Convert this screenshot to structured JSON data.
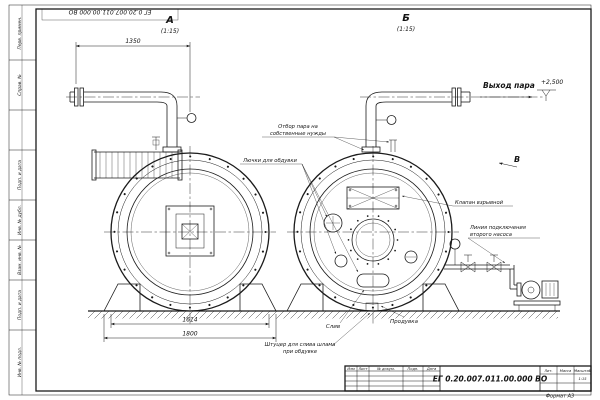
{
  "meta": {
    "doc_number": "ЕГ 0.20.007.011.00.000 ВО",
    "format": "Формат А3",
    "scale": "1:15"
  },
  "views": {
    "a": {
      "label": "А",
      "scale": "(1:15)"
    },
    "b": {
      "label": "Б",
      "scale": "(1:15)"
    },
    "direction_mark": "В"
  },
  "dims": {
    "top_length": "1350",
    "shell_width": "1614",
    "base_width": "1800",
    "level": "+2,500"
  },
  "annotations": {
    "steam_out": "Выход пара",
    "steam_tap_1": "Отбор пара на",
    "steam_tap_2": "собственные нужды",
    "hatches": "Лючки для обдувки",
    "explosion_valve": "Клапан взрывной",
    "pump_line_1": "Линия подключения",
    "pump_line_2": "второго насоса",
    "drain": "Слив",
    "blowdown": "Продувка",
    "sludge_1": "Штуцер для слива шлама",
    "sludge_2": "при обдувке"
  },
  "frame": {
    "margin_labels": [
      "Перв. примен.",
      "Справ. №",
      "Подп. и дата",
      "Инв. № дубл.",
      "Взам. инв. №",
      "Подп. и дата",
      "Инв. № подл."
    ],
    "tb_cols": [
      "Изм",
      "Лист",
      "№ докум.",
      "Подп.",
      "Дата"
    ],
    "tb_right": [
      "Лит.",
      "Масса",
      "Масштаб"
    ]
  }
}
